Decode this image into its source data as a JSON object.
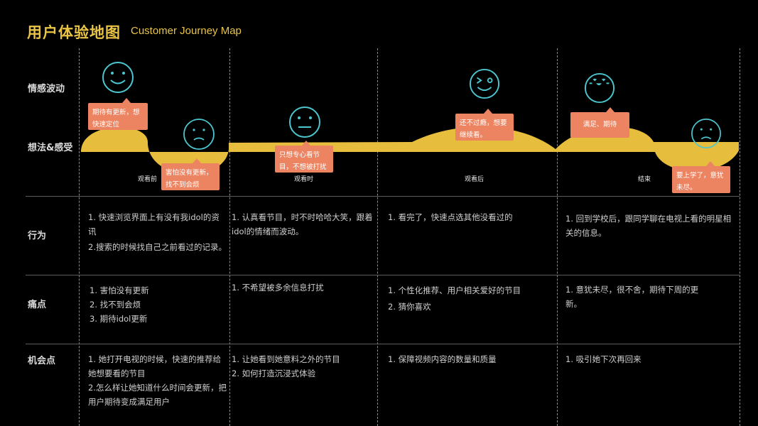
{
  "header": {
    "title": "用户体验地图",
    "subtitle": "Customer Journey Map"
  },
  "row_labels": {
    "emotion": "情感波动",
    "thoughts": "想法&感受",
    "behavior": "行为",
    "pain_points": "痛点",
    "opportunities": "机会点"
  },
  "colors": {
    "accent": "#e9c445",
    "wave": "#e7bd3e",
    "callout": "#ec8462",
    "face": "#4cc6cf"
  },
  "stages": [
    {
      "name": "观看前",
      "emotions": [
        {
          "face": "smile-face-icon",
          "thought": "期待有更新，想快速定位"
        },
        {
          "face": "sad-face-icon",
          "thought": "害怕没有更新，找不到会烦"
        }
      ],
      "behavior": [
        "1. 快速浏览界面上有没有我idol的资讯",
        "2.搜索的时候找自己之前看过的记录。"
      ],
      "pain_points": [
        "1.  害怕没有更新",
        "2.  找不到会烦",
        "3.  期待idol更新"
      ],
      "opportunities": [
        "1. 她打开电视的时候，快速的推荐给她想要看的节目",
        "2.怎么样让她知道什么时间会更新，把用户期待变成满足用户"
      ]
    },
    {
      "name": "观看时",
      "emotions": [
        {
          "face": "neutral-face-icon",
          "thought": "只想专心看节目，不想被打扰"
        }
      ],
      "behavior": [
        "1.  认真看节目，时不时哈哈大笑，跟着idol的情绪而波动。"
      ],
      "pain_points": [
        "1. 不希望被多余信息打扰"
      ],
      "opportunities": [
        "1.  让她看到她意料之外的节目",
        "2.  如何打造沉浸式体验"
      ]
    },
    {
      "name": "观看后",
      "emotions": [
        {
          "face": "wink-face-icon",
          "thought": "还不过瘾，想要继续看。"
        }
      ],
      "behavior": [
        "1.  看完了，快速点选其他没看过的"
      ],
      "pain_points": [
        "1.  个性化推荐、用户相关爱好的节目",
        "2.  猜你喜欢"
      ],
      "opportunities": [
        "1.  保障视频内容的数量和质量"
      ]
    },
    {
      "name": "结束",
      "emotions": [
        {
          "face": "love-face-icon",
          "thought": "满足、期待"
        },
        {
          "face": "sad-face-icon",
          "thought": "要上学了，意犹未尽。"
        }
      ],
      "behavior": [
        "1.  回到学校后，跟同学聊在电视上看的明星相关的信息。"
      ],
      "pain_points": [
        "1. 意犹未尽，很不舍，期待下周的更新。"
      ],
      "opportunities": [
        "1. 吸引她下次再回来"
      ]
    }
  ]
}
